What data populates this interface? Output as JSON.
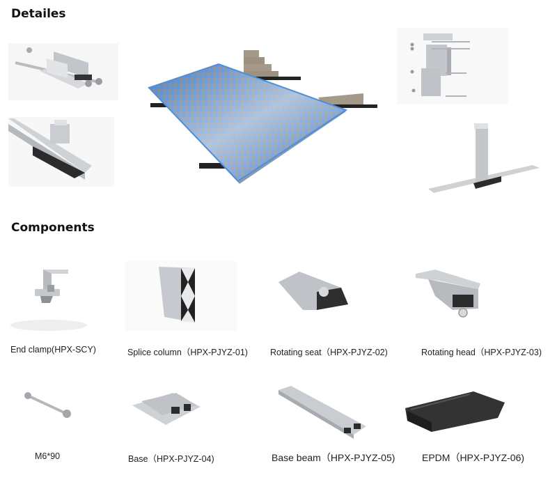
{
  "sections": {
    "details_title": "Detailes",
    "components_title": "Components"
  },
  "details_images": [
    {
      "name": "rotating-seat-assembly-photo",
      "alt": "Rotating seat assembly with bolts"
    },
    {
      "name": "rail-with-clamp-photo",
      "alt": "Rail with mid clamp and EPDM pad"
    },
    {
      "name": "solar-panel-ballast-mount-photo",
      "alt": "Solar panel on ballasted flat roof mount"
    },
    {
      "name": "splice-column-assembly-photo",
      "alt": "Splice column exploded assembly"
    },
    {
      "name": "rotating-head-on-rail-photo",
      "alt": "Rotating head column on base rail"
    }
  ],
  "components": [
    {
      "label": "End clamp(HPX-SCY)"
    },
    {
      "label": "Splice column（HPX-PJYZ-01)"
    },
    {
      "label": "Rotating seat（HPX-PJYZ-02)"
    },
    {
      "label": "Rotating head（HPX-PJYZ-03)"
    },
    {
      "label": "M6*90"
    },
    {
      "label": "Base（HPX-PJYZ-04)"
    },
    {
      "label": "Base beam（HPX-PJYZ-05)"
    },
    {
      "label": "EPDM（HPX-PJYZ-06)"
    }
  ],
  "colors": {
    "panel_blue": "#3f7fd0",
    "aluminium": "#c4c7cb",
    "epdm_black": "#2a2a2a",
    "concrete": "#a59a8a"
  }
}
